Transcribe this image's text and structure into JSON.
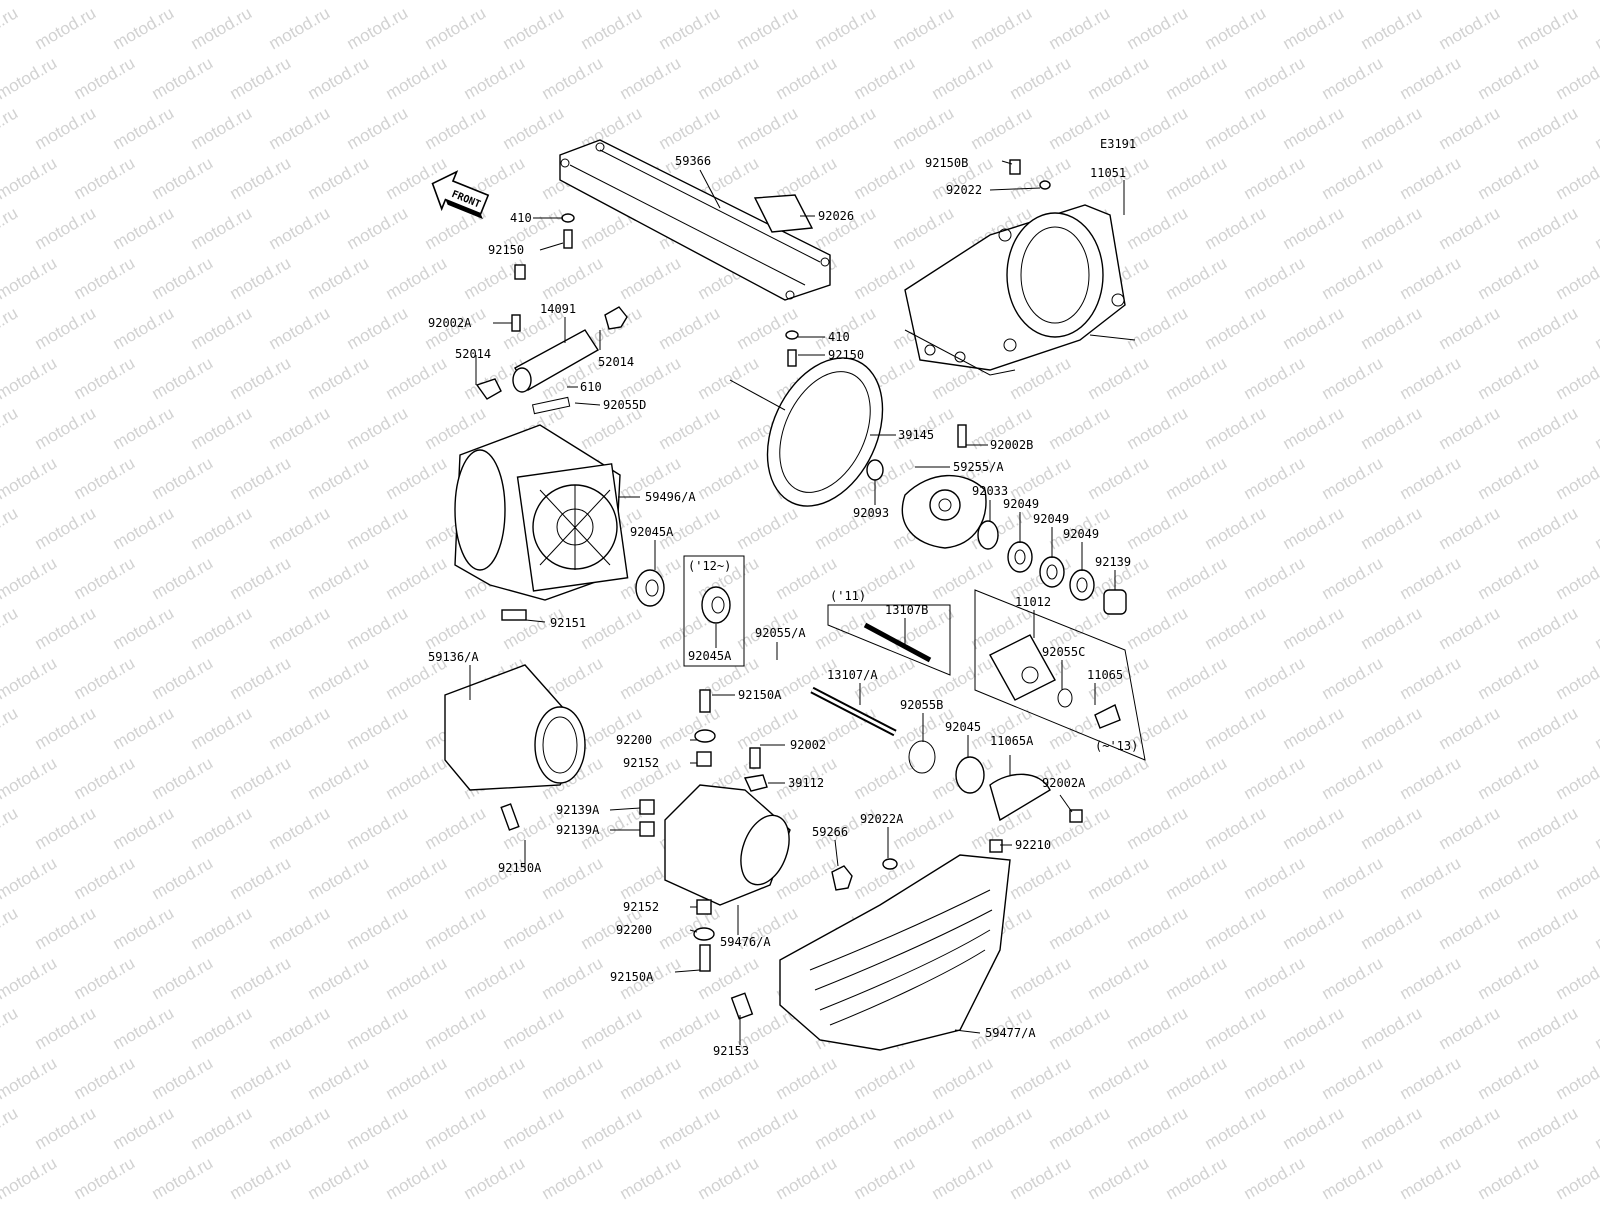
{
  "diagram": {
    "code": "E3191",
    "front_label": "FRONT",
    "watermark": "motod.ru",
    "variant_labels": [
      "('12~)",
      "('11)",
      "(~'13)"
    ],
    "labels": [
      "59366",
      "92026",
      "410",
      "92150",
      "92150B",
      "92022",
      "11051",
      "92002A",
      "14091",
      "52014",
      "52014",
      "610",
      "92055D",
      "410",
      "92150",
      "39145",
      "92002B",
      "59255/A",
      "92093",
      "59496/A",
      "92033",
      "92049",
      "92049",
      "92049",
      "92139",
      "92045A",
      "92045A",
      "92151",
      "13107B",
      "11012",
      "92055/A",
      "92055C",
      "11065",
      "59136/A",
      "13107/A",
      "92150A",
      "92055B",
      "92200",
      "92002",
      "92152",
      "92045",
      "11065A",
      "39112",
      "92139A",
      "92139A",
      "92002A",
      "92022A",
      "59266",
      "92210",
      "92150A",
      "92152",
      "92200",
      "59476/A",
      "92150A",
      "92153",
      "59477/A"
    ]
  }
}
